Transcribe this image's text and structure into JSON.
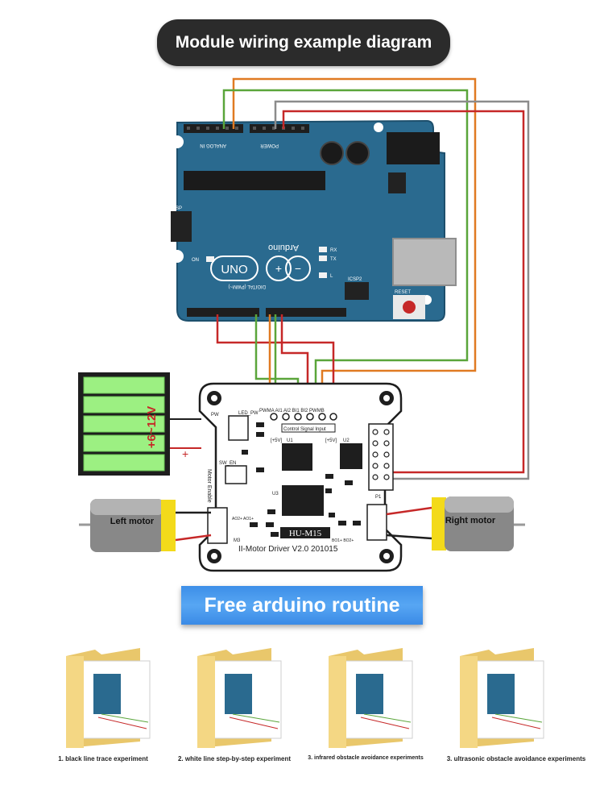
{
  "header": {
    "title": "Module wiring example diagram"
  },
  "banner": {
    "label": "Free arduino routine"
  },
  "arduino": {
    "brand": "Arduino",
    "model": "UNO",
    "label_analog_in": "ANALOG IN",
    "label_power": "POWER",
    "label_digital": "DIGITAL (PWM~)",
    "label_icsp": "ICSP",
    "label_icsp2": "ICSP2",
    "label_reset": "RESET",
    "label_on": "ON",
    "label_tx": "TX",
    "label_rx": "RX",
    "label_l": "L"
  },
  "battery": {
    "voltage": "+6~12V",
    "minus": "-",
    "plus": "+"
  },
  "driver": {
    "model": "HU-M15",
    "subtitle": "II-Motor Driver  V2.0  201015",
    "control_label": "Control Signal Input",
    "pin_labels": "PWMA AI1 AI2 BI1 BI2 PWMB",
    "label_5v_left": "[+5V]",
    "label_5v_right": "[+5V]",
    "motor_enable": "Motor Enable",
    "label_u1": "U1",
    "label_u2": "U2",
    "label_u3": "U3",
    "label_p1": "P1",
    "label_sw": "SW_EN",
    "label_led_pw": "LED_PW",
    "label_pw": "PW",
    "label_ao": "AO2+ AO1+",
    "label_bo": "BO1+ BO2+",
    "label_m3": "M3"
  },
  "motors": {
    "left": "Left motor",
    "right": "Right motor"
  },
  "routines": [
    {
      "caption": "1. black line trace experiment"
    },
    {
      "caption": "2. white line step-by-step experiment"
    },
    {
      "caption": "3. infrared obstacle avoidance experiments"
    },
    {
      "caption": "3. ultrasonic obstacle avoidance experiments"
    }
  ],
  "colors": {
    "arduino_blue": "#2a6a8f",
    "wire_red": "#c62828",
    "wire_green": "#5aa53a",
    "wire_orange": "#e07a22",
    "wire_gray": "#8c8c8c",
    "battery_green": "#9cf082",
    "motor_yellow": "#f3da1a"
  }
}
